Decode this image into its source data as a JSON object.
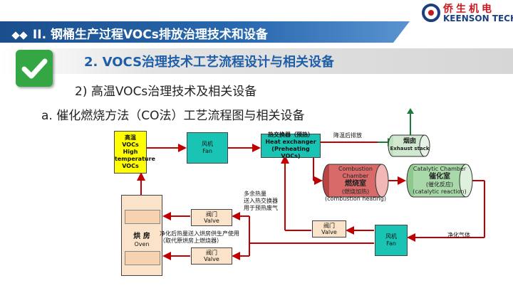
{
  "header": {
    "title": "II.  钢桶生产过程VOCs排放治理技术和设备",
    "logo_cn": "侨生机电",
    "logo_en": "KEENSON TECH"
  },
  "section": {
    "heading2": "2.  VOCS治理技术工艺流程设计与相关设备",
    "heading3": "2)  高温VOCs治理技术及相关设备",
    "heading4": "a.  催化燃烧方法（CO法）工艺流程图与相关设备"
  },
  "colors": {
    "header_blue": "#1a4e8c",
    "check_green": "#34a744",
    "heading_blue": "#1f5fa8",
    "arrow_red": "#c00000",
    "arrow_green": "#1a7a3a"
  },
  "diagram": {
    "voc_box": [
      "高温",
      "VOCs",
      "High",
      "temperature",
      "VOCs"
    ],
    "fan1": [
      "风机",
      "Fan"
    ],
    "heat_exchanger": [
      "热交换器（预热）",
      "Heat exchanger",
      "(Preheating VOCs)"
    ],
    "exhaust_stack": [
      "烟囱",
      "Exhaust stack"
    ],
    "label_cooled": "降温后排放",
    "combustion": [
      "Combustion Chamber",
      "燃烧室",
      "(燃烧加热)",
      "(combustion heating)"
    ],
    "catalytic": [
      "Catalytic Chamber",
      "催化室",
      "(催化反应)",
      "(catalytic reaction)"
    ],
    "label_excess_heat": [
      "多余热量",
      "送入热交换器",
      "用于预热废气"
    ],
    "oven": [
      "烘 房",
      "Oven"
    ],
    "valve_top": [
      "阀门",
      "Valve"
    ],
    "valve_bottom": [
      "阀门",
      "Valve"
    ],
    "valve_mid": [
      "阀门",
      "Valve"
    ],
    "fan2": [
      "风机",
      "Fan"
    ],
    "label_purified": "净化气体",
    "label_oven_supply": [
      "净化后热量送入烘房供生产使用",
      "（取代原烘房上燃烧器）"
    ]
  }
}
